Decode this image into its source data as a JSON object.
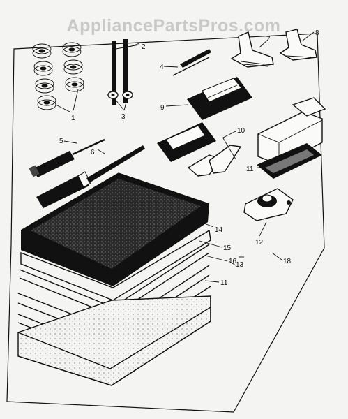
{
  "watermark": "AppliancePartsPros.com",
  "callouts": [
    {
      "id": "1",
      "text": "1"
    },
    {
      "id": "2",
      "text": "2"
    },
    {
      "id": "3",
      "text": "3"
    },
    {
      "id": "4",
      "text": "4"
    },
    {
      "id": "5",
      "text": "5"
    },
    {
      "id": "6",
      "text": "6"
    },
    {
      "id": "7",
      "text": "7"
    },
    {
      "id": "8",
      "text": "8"
    },
    {
      "id": "9",
      "text": "9"
    },
    {
      "id": "10",
      "text": "10"
    },
    {
      "id": "11a",
      "text": "11"
    },
    {
      "id": "12",
      "text": "12"
    },
    {
      "id": "13",
      "text": "13"
    },
    {
      "id": "14",
      "text": "14"
    },
    {
      "id": "15",
      "text": "15"
    },
    {
      "id": "16",
      "text": "16"
    },
    {
      "id": "11b",
      "text": "11"
    },
    {
      "id": "18",
      "text": "18"
    }
  ]
}
